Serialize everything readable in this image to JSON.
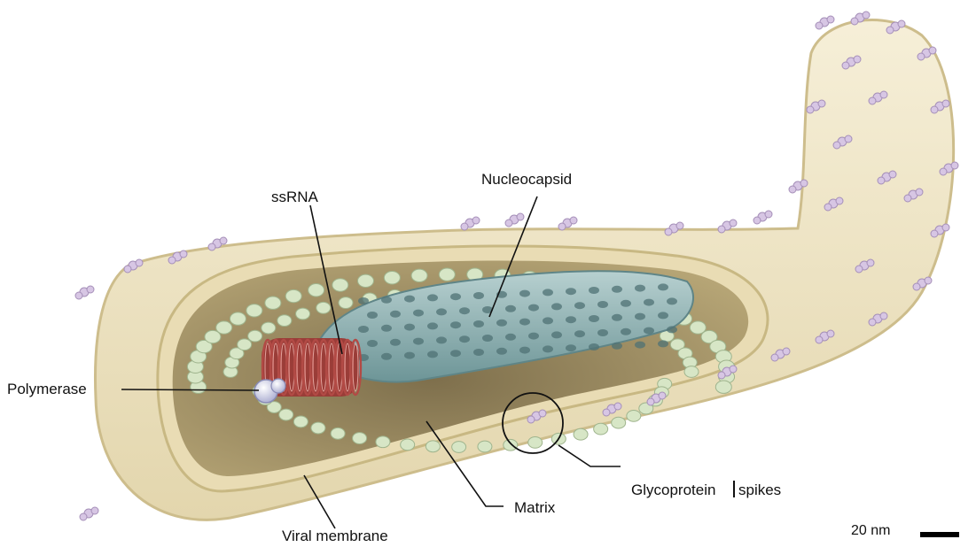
{
  "labels": {
    "ssrna": "ssRNA",
    "nucleocapsid": "Nucleocapsid",
    "polymerase": "Polymerase",
    "glycoprotein_a": "Glycoprotein",
    "glycoprotein_b": "spikes",
    "matrix": "Matrix",
    "viral_membrane": "Viral membrane"
  },
  "scale_bar": {
    "text": "20 nm"
  },
  "colors": {
    "membrane": "#efe5c6",
    "membrane_edge": "#d6c798",
    "interior": "#c9b98a",
    "matrix_protein": "#d7e6c6",
    "nucleocapsid": "#8fb3b5",
    "ssrna": "#b24a45",
    "polymerase": "#dfe0ef",
    "glycoprotein": "#d7c6e4"
  }
}
